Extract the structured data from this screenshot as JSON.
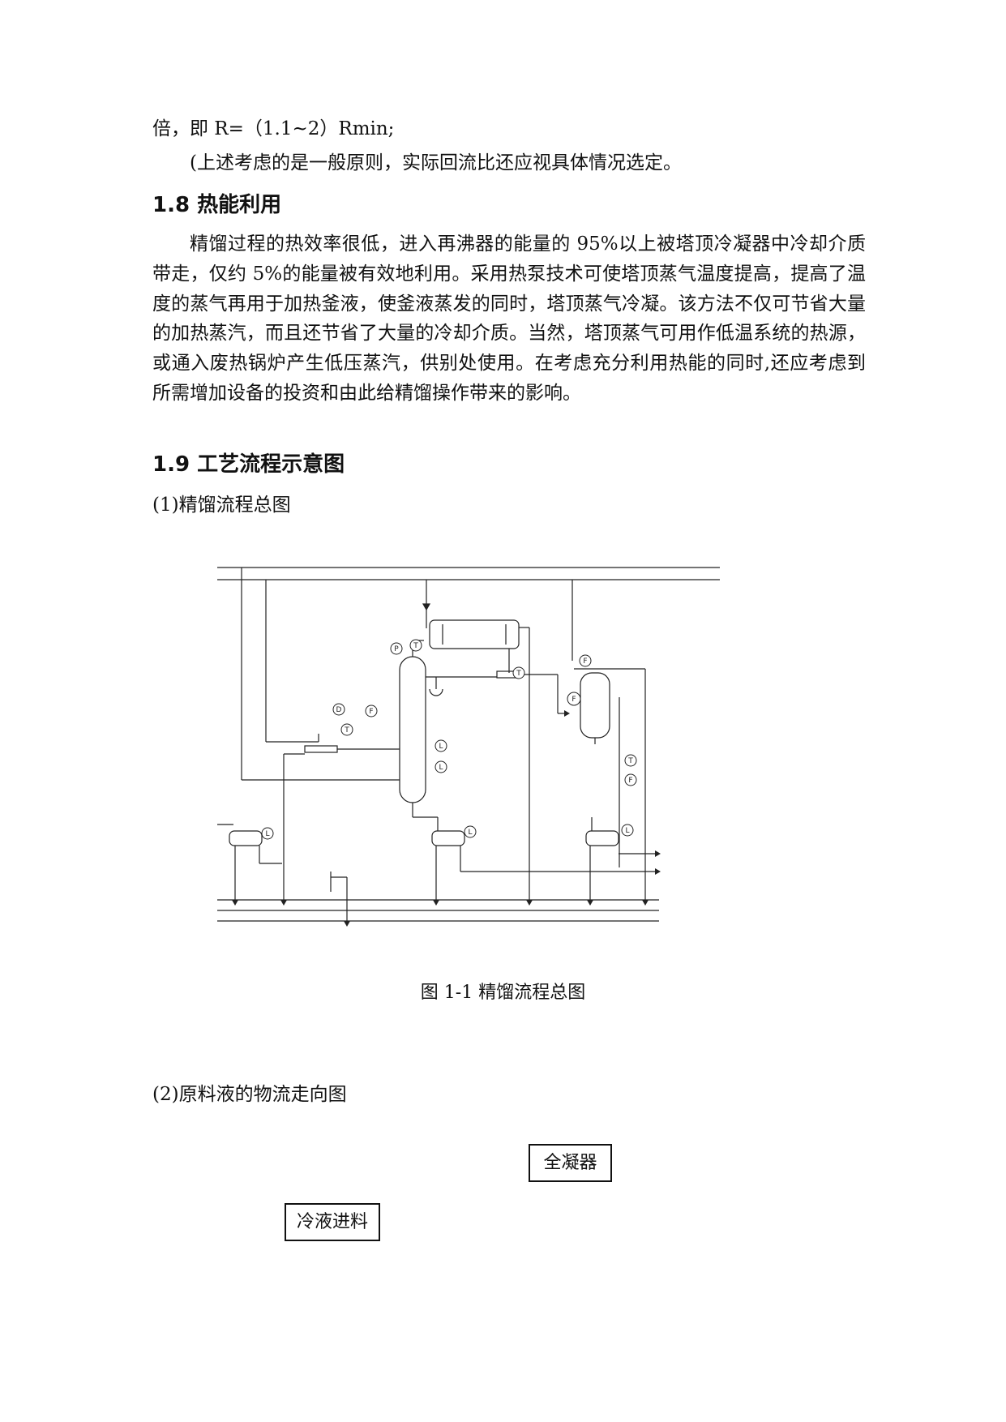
{
  "text": {
    "line1": "倍，即 R=（1.1~2）Rmin;",
    "line2": "(上述考虑的是一般原则，实际回流比还应视具体情况选定。"
  },
  "section18": {
    "heading": "1.8 热能利用",
    "paragraph": "精馏过程的热效率很低，进入再沸器的能量的 95%以上被塔顶冷凝器中冷却介质带走，仅约 5%的能量被有效地利用。采用热泵技术可使塔顶蒸气温度提高，提高了温度的蒸气再用于加热釜液，使釜液蒸发的同时，塔顶蒸气冷凝。该方法不仅可节省大量的加热蒸汽，而且还节省了大量的冷却介质。当然，塔顶蒸气可用作低温系统的热源，或通入废热锅炉产生低压蒸汽，供别处使用。在考虑充分利用热能的同时,还应考虑到所需增加设备的投资和由此给精馏操作带来的影响。"
  },
  "section19": {
    "heading": "1.9 工艺流程示意图",
    "item1": "(1)精馏流程总图",
    "figure_caption": "图 1-1 精馏流程总图",
    "item2": "(2)原料液的物流走向图"
  },
  "flow_boxes": {
    "condenser": "全凝器",
    "cold_feed": "冷液进料"
  },
  "diagram_labels": {
    "instrument_P": "P",
    "instrument_T": "T",
    "instrument_F": "F",
    "instrument_L": "L",
    "instrument_D": "D"
  }
}
